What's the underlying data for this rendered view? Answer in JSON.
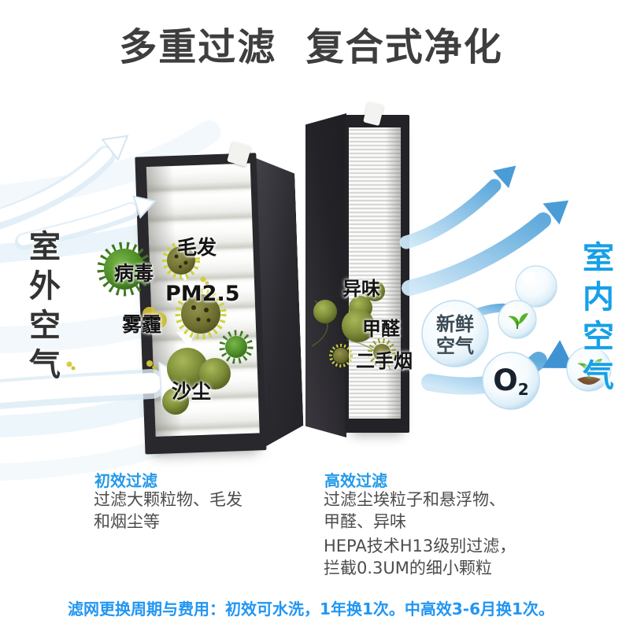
{
  "title": "多重过滤  复合式净化",
  "side_labels": {
    "outdoor": "室外空气",
    "indoor": "室内空气"
  },
  "pollutants": {
    "hair": "毛发",
    "virus": "病毒",
    "pm25": "PM2.5",
    "smog": "雾霾",
    "dust": "沙尘",
    "odor": "异味",
    "formaldehyde": "甲醛",
    "secondhand_smoke": "二手烟"
  },
  "clean": {
    "fresh_line1": "新鲜",
    "fresh_line2": "空气",
    "oxygen_symbol": "O",
    "oxygen_subscript": "2"
  },
  "sections": {
    "primary": {
      "heading": "初效过滤",
      "line1": "过滤大颗粒物、毛发",
      "line2": "和烟尘等"
    },
    "hepa": {
      "heading": "高效过滤",
      "line1": "过滤尘埃粒子和悬浮物、",
      "line2": "甲醛、异味",
      "line3": "HEPA技术H13级别过滤，",
      "line4": "拦截0.3UM的细小颗粒"
    }
  },
  "footer": {
    "text": "滤网更换周期与费用：初效可水洗，1年换1次。中高效3-6月换1次。"
  },
  "colors": {
    "title_gray": "#3e3e3e",
    "outdoor_text": "#333333",
    "indoor_blue": "#16a0e8",
    "heading_blue": "#249ae8",
    "footer_blue": "#2196f3",
    "body_gray": "#4c4c4c",
    "filter_frame_dark": "#27262a",
    "arrow_blue": "#4a9cd6",
    "particle_olive": "#7f8f3a",
    "virus_green": "#4e8f28",
    "smog_yellow": "#d2c23a"
  }
}
